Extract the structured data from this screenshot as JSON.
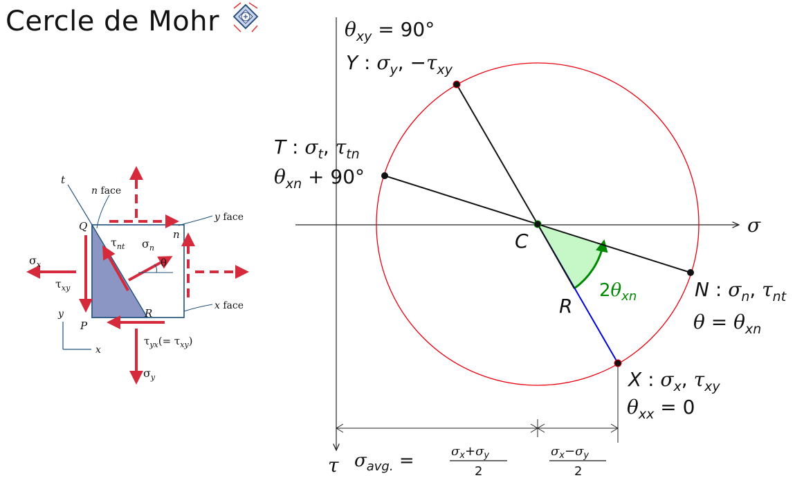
{
  "title": "Cercle de Mohr",
  "element_figure": {
    "t_label": "t",
    "n_face": "n face",
    "y_face": "y face",
    "x_face": "x face",
    "n_label": "n",
    "Q": "Q",
    "P": "P",
    "R": "R",
    "tau_nt_sym": "τ",
    "tau_nt_sub": "nt",
    "sigma_n_sym": "σ",
    "sigma_n_sub": "n",
    "theta": "θ",
    "sigma_x_sym": "σ",
    "sigma_x_sub": "x",
    "tau_xy_sym": "τ",
    "tau_xy_sub": "xy",
    "y_axis": "y",
    "x_axis": "x",
    "tau_yx_sym": "τ",
    "tau_yx_sub": "yx",
    "tau_yx_eq_open": "(= τ",
    "tau_yx_eq_sub": "xy",
    "tau_yx_eq_close": ")",
    "sigma_y_sym": "σ",
    "sigma_y_sub": "y"
  },
  "mohr": {
    "sigma_axis": "σ",
    "tau_axis": "τ",
    "center": "C",
    "radius": "R",
    "theta_xy_sym": "θ",
    "theta_xy_sub": "xy",
    "theta_xy_val": " = 90°",
    "Y_point": "Y",
    "Y_sep": " : ",
    "Y_sigma": "σ",
    "Y_sigma_sub": "y",
    "Y_comma_minus": ", −",
    "Y_tau": "τ",
    "Y_tau_sub": "xy",
    "T_point": "T",
    "T_sep": " : ",
    "T_sigma": "σ",
    "T_sigma_sub": "t",
    "T_comma": ", ",
    "T_tau": "τ",
    "T_tau_sub": "tn",
    "T_theta": "θ",
    "T_theta_sub": "xn",
    "T_theta_val": " + 90°",
    "N_point": "N",
    "N_sep": " : ",
    "N_sigma": "σ",
    "N_sigma_sub": "n",
    "N_comma": ", ",
    "N_tau": "τ",
    "N_tau_sub": "nt",
    "N_theta": "θ",
    "N_theta_eq": " = ",
    "N_theta2": "θ",
    "N_theta2_sub": "xn",
    "X_point": "X",
    "X_sep": " : ",
    "X_sigma": "σ",
    "X_sigma_sub": "x",
    "X_comma": ", ",
    "X_tau": "τ",
    "X_tau_sub": "xy",
    "X_theta": "θ",
    "X_theta_sub": "xx",
    "X_theta_val": " = 0",
    "angle_coef": "2",
    "angle_sym": "θ",
    "angle_sub": "xn",
    "avg_sym": "σ",
    "avg_sub": "avg.",
    "avg_eq": " = ",
    "avg_num_a": "σ",
    "avg_num_a_sub": "x",
    "avg_num_op": "+",
    "avg_num_b": "σ",
    "avg_num_b_sub": "y",
    "avg_den": "2",
    "half_num_a": "σ",
    "half_num_a_sub": "x",
    "half_num_op": "−",
    "half_num_b": "σ",
    "half_num_b_sub": "y",
    "half_den": "2"
  },
  "colors": {
    "circle": "#e8000e",
    "diameter": "#111111",
    "radius_line": "#0000dd",
    "angle_fill": "#c6f7c6",
    "angle_stroke": "#008800",
    "stress_arrows": "#d42a3c",
    "element_fill": "#8c96c4",
    "element_border": "#1f4f7a"
  }
}
